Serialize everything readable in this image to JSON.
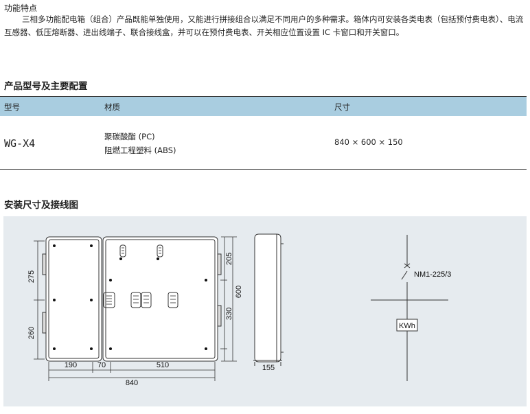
{
  "features": {
    "title": "功能特点",
    "body": "三相多功能配电箱（组合）产品既能单独使用，又能进行拼接组合以满足不同用户的多种需求。箱体内可安装各类电表（包括预付费电表）、电流互感器、低压熔断器、进出线端子、联合接线盒，并可以在预付费电表、开关相应位置设置 IC 卡窗口和开关窗口。"
  },
  "spec_section": {
    "title": "产品型号及主要配置",
    "headers": [
      "型号",
      "材质",
      "尺寸"
    ],
    "row": {
      "model": "WG-X4",
      "materials": [
        "聚碳酸酯 (PC)",
        "阻燃工程塑料 (ABS)"
      ],
      "size": "840 × 600 × 150"
    }
  },
  "install_section": {
    "title": "安装尺寸及接线图",
    "dims": {
      "h_top_left": "275",
      "h_bottom_left": "260",
      "w_left": "190",
      "w_gap": "70",
      "w_right": "510",
      "w_total": "840",
      "h_right_top": "205",
      "h_right_bottom": "330",
      "h_total": "600",
      "depth": "155"
    },
    "wiring": {
      "breaker": "NM1-225/3",
      "meter": "KWh"
    }
  },
  "colors": {
    "table_header": "#a9cde0",
    "panel_bg": "#e6ebef"
  }
}
